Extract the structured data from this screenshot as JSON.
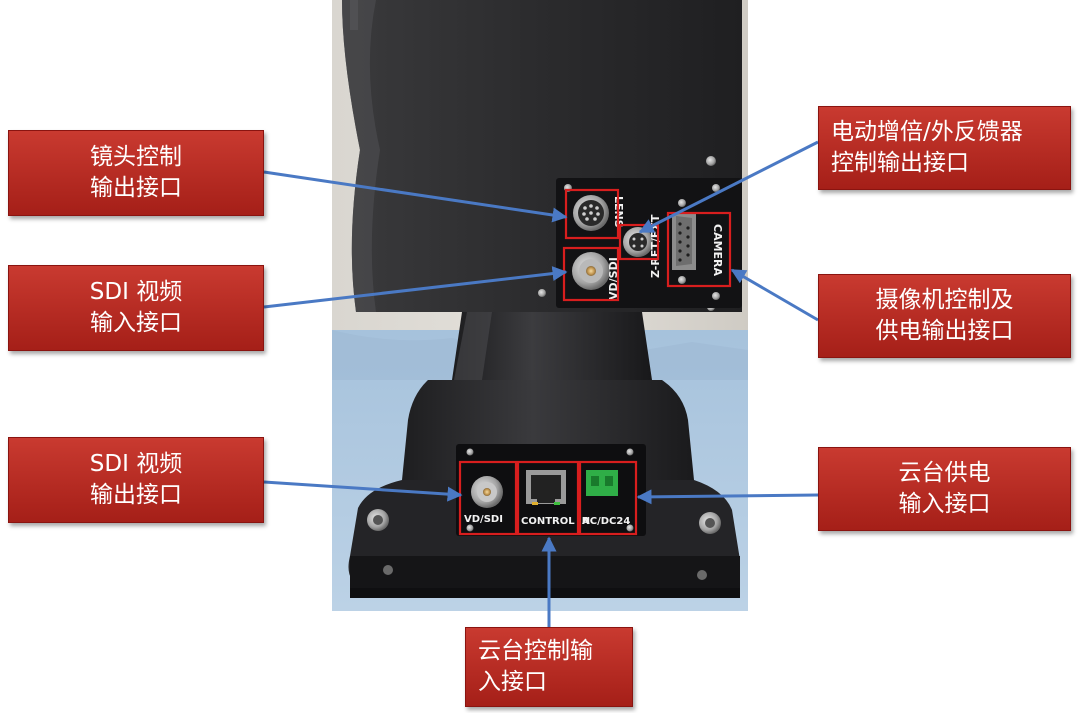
{
  "callouts": {
    "lens": {
      "line1": "镜头控制",
      "line2": "输出接口"
    },
    "sdi_in": {
      "line1": "SDI 视频",
      "line2": "输入接口"
    },
    "sdi_out": {
      "line1": "SDI 视频",
      "line2": "输出接口"
    },
    "zoom": {
      "line1": "电动增倍/外反馈器",
      "line2": "控制输出接口"
    },
    "camera": {
      "line1": "摄像机控制及",
      "line2": "供电输出接口"
    },
    "power": {
      "line1": "云台供电",
      "line2": "输入接口"
    },
    "control": {
      "line1": "云台控制输",
      "line2": "入接口"
    }
  },
  "panel_labels": {
    "lens": "LENS",
    "vdsdi_top": "VD/SDI",
    "zret": "Z-RET/EXT",
    "camera": "CAMERA",
    "vdsdi_bottom": "VD/SDI",
    "control_in": "CONTROL IN",
    "acdc": "AC/DC24"
  },
  "colors": {
    "callout_fill": "#b62a22",
    "arrow": "#4a79c4",
    "highlight": "#d81e1e"
  }
}
